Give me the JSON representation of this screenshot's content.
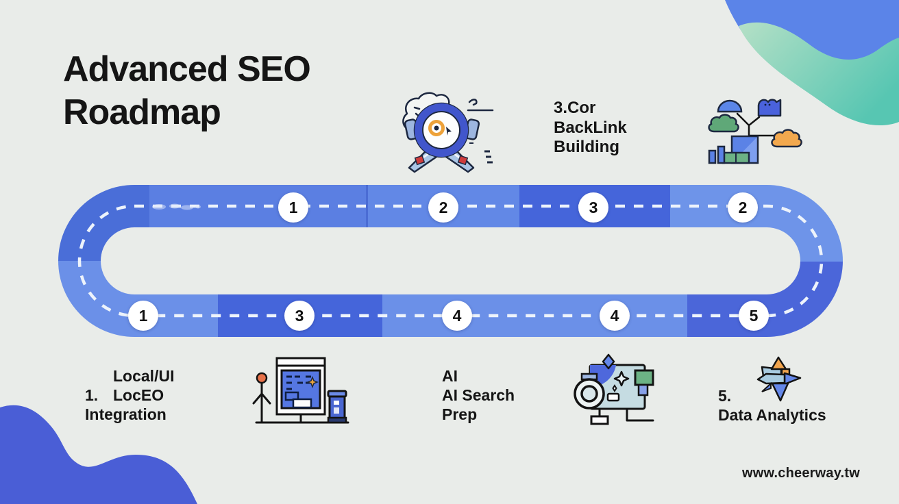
{
  "title": "Advanced SEO\nRoadmap",
  "labels": {
    "backlink": {
      "line1": "3.Cor",
      "line2": "BackLink",
      "line3": "Building"
    },
    "local": {
      "line1": "Local/UI",
      "number": "1.",
      "line2": "LocEO",
      "line3": "Integration"
    },
    "ai": {
      "line1": "AI",
      "line2": "AI Search",
      "line3": "Prep"
    },
    "analytics": {
      "number": "5.",
      "label": "Data Analytics"
    }
  },
  "road": {
    "badges_top": [
      "1",
      "2",
      "3",
      "2"
    ],
    "badges_bottom": [
      "1",
      "3",
      "4",
      "4",
      "5"
    ]
  },
  "footer": {
    "website": "www.cheerway.tw"
  },
  "icons": {
    "top_center": "magnifier-scout-icon",
    "top_right": "link-building-scene-icon",
    "bottom_2": "presentation-board-icon",
    "bottom_4": "ai-machine-icon",
    "bottom_5": "pinwheel-arrows-icon"
  },
  "colors": {
    "background": "#e9ece9",
    "road_dark_navy": "#4565da",
    "road_dark": "#4a6ed8",
    "road_medium": "#5b7fe2",
    "road_medium_light": "#6288e6",
    "road_light": "#6b90e8",
    "road_lighter": "#6e94e9",
    "road_curve_dark": "#4b66d9",
    "dash": "#edf3fb",
    "badge_bg": "#ffffff",
    "text": "#141414",
    "blob_blue": "#4a5ed6",
    "corner_blue": "#5b84e8",
    "teal_light": "#b5e0c6",
    "teal_dark": "#57c6b2"
  }
}
